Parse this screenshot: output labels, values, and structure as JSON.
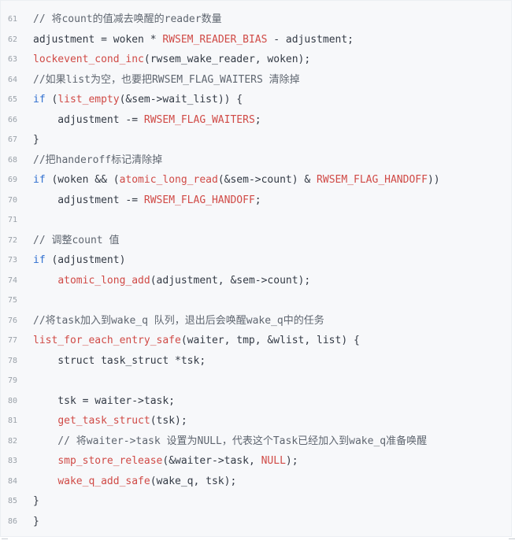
{
  "code": {
    "lines": [
      {
        "no": "61",
        "text": "// 将count的值减去唤醒的reader数量"
      },
      {
        "no": "62",
        "text": "adjustment = woken * RWSEM_READER_BIAS - adjustment;"
      },
      {
        "no": "63",
        "text": "lockevent_cond_inc(rwsem_wake_reader, woken);"
      },
      {
        "no": "64",
        "text": "//如果list为空，也要把RWSEM_FLAG_WAITERS 清除掉"
      },
      {
        "no": "65",
        "text": "if (list_empty(&sem->wait_list)) {"
      },
      {
        "no": "66",
        "text": "    adjustment -= RWSEM_FLAG_WAITERS;"
      },
      {
        "no": "67",
        "text": "}"
      },
      {
        "no": "68",
        "text": "//把handeroff标记清除掉"
      },
      {
        "no": "69",
        "text": "if (woken && (atomic_long_read(&sem->count) & RWSEM_FLAG_HANDOFF))"
      },
      {
        "no": "70",
        "text": "    adjustment -= RWSEM_FLAG_HANDOFF;"
      },
      {
        "no": "71",
        "text": ""
      },
      {
        "no": "72",
        "text": "// 调整count 值"
      },
      {
        "no": "73",
        "text": "if (adjustment)"
      },
      {
        "no": "74",
        "text": "    atomic_long_add(adjustment, &sem->count);"
      },
      {
        "no": "75",
        "text": ""
      },
      {
        "no": "76",
        "text": "//将task加入到wake_q 队列，退出后会唤醒wake_q中的任务"
      },
      {
        "no": "77",
        "text": "list_for_each_entry_safe(waiter, tmp, &wlist, list) {"
      },
      {
        "no": "78",
        "text": "    struct task_struct *tsk;"
      },
      {
        "no": "79",
        "text": ""
      },
      {
        "no": "80",
        "text": "    tsk = waiter->task;"
      },
      {
        "no": "81",
        "text": "    get_task_struct(tsk);"
      },
      {
        "no": "82",
        "text": "    // 将waiter->task 设置为NULL，代表这个Task已经加入到wake_q准备唤醒"
      },
      {
        "no": "83",
        "text": "    smp_store_release(&waiter->task, NULL);"
      },
      {
        "no": "84",
        "text": "    wake_q_add_safe(wake_q, tsk);"
      },
      {
        "no": "85",
        "text": "}"
      },
      {
        "no": "86",
        "text": "}"
      }
    ]
  }
}
